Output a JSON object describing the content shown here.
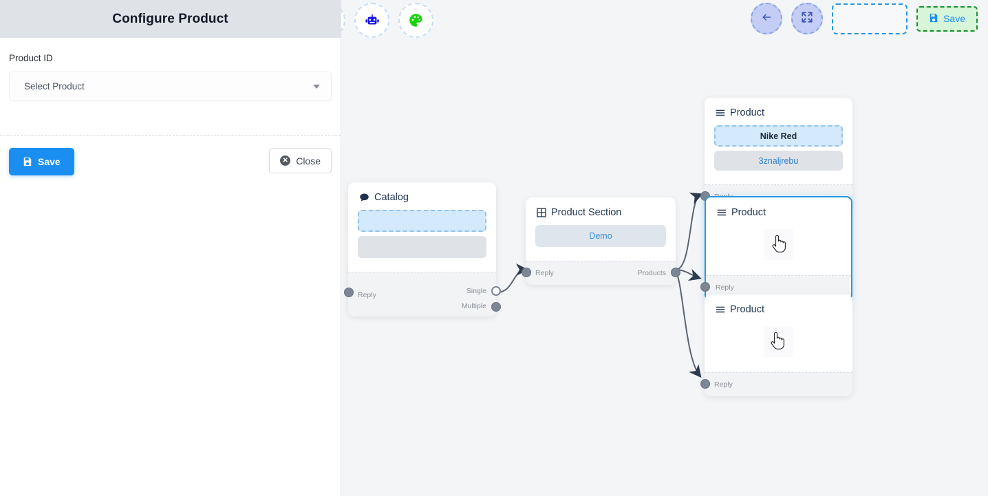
{
  "panel": {
    "title": "Configure Product",
    "field_label": "Product ID",
    "select_value": "Select Product",
    "save_label": "Save",
    "close_label": "Close",
    "save_icon": "floppy-disk-icon",
    "close_icon": "x-circle-icon",
    "caret_icon": "chevron-down-icon"
  },
  "toolbar": {
    "left_buttons": [
      {
        "name": "stackoverflow-button",
        "icon": "stackoverflow-icon"
      },
      {
        "name": "bot-button",
        "icon": "robot-icon"
      },
      {
        "name": "theme-button",
        "icon": "palette-icon"
      }
    ],
    "back_icon": "arrow-left-icon",
    "fit_icon": "compress-icon",
    "slot_placeholder": "",
    "save_label": "Save",
    "save_icon": "floppy-disk-icon"
  },
  "nodes": [
    {
      "id": "catalog",
      "title": "Catalog",
      "icon": "chat-bubble-icon",
      "chips": [
        {
          "text": "",
          "style": "dashed-blue"
        },
        {
          "text": "",
          "style": "gray-empty"
        }
      ],
      "ports_left": [
        "Reply"
      ],
      "ports_right": [
        "Single",
        "Multiple"
      ]
    },
    {
      "id": "product-section",
      "title": "Product Section",
      "icon": "grid-icon",
      "chips": [
        {
          "text": "Demo",
          "style": "demo"
        }
      ],
      "ports_left": [
        "Reply"
      ],
      "ports_right": [
        "Products"
      ]
    },
    {
      "id": "product-1",
      "title": "Product",
      "icon": "list-icon",
      "chips": [
        {
          "text": "Nike Red",
          "style": "dashed-blue"
        },
        {
          "text": "3znaljrebu",
          "style": "gray"
        }
      ],
      "ports_left": [
        "Reply"
      ],
      "ports_right": []
    },
    {
      "id": "product-2",
      "title": "Product",
      "icon": "list-icon",
      "chips": [],
      "ports_left": [
        "Reply"
      ],
      "ports_right": [],
      "selected": true
    },
    {
      "id": "product-3",
      "title": "Product",
      "icon": "list-icon",
      "chips": [],
      "ports_left": [
        "Reply"
      ],
      "ports_right": []
    }
  ],
  "colors": {
    "accent_blue": "#1b8ef2",
    "node_title": "#1f3350",
    "canvas_bg": "#f4f5f7",
    "header_bg": "#dfe2e7",
    "port_dot": "#7c8694",
    "edge": "#5a6472",
    "save_green_border": "#1a8f2e",
    "save_green_bg": "#d6f5d9"
  }
}
